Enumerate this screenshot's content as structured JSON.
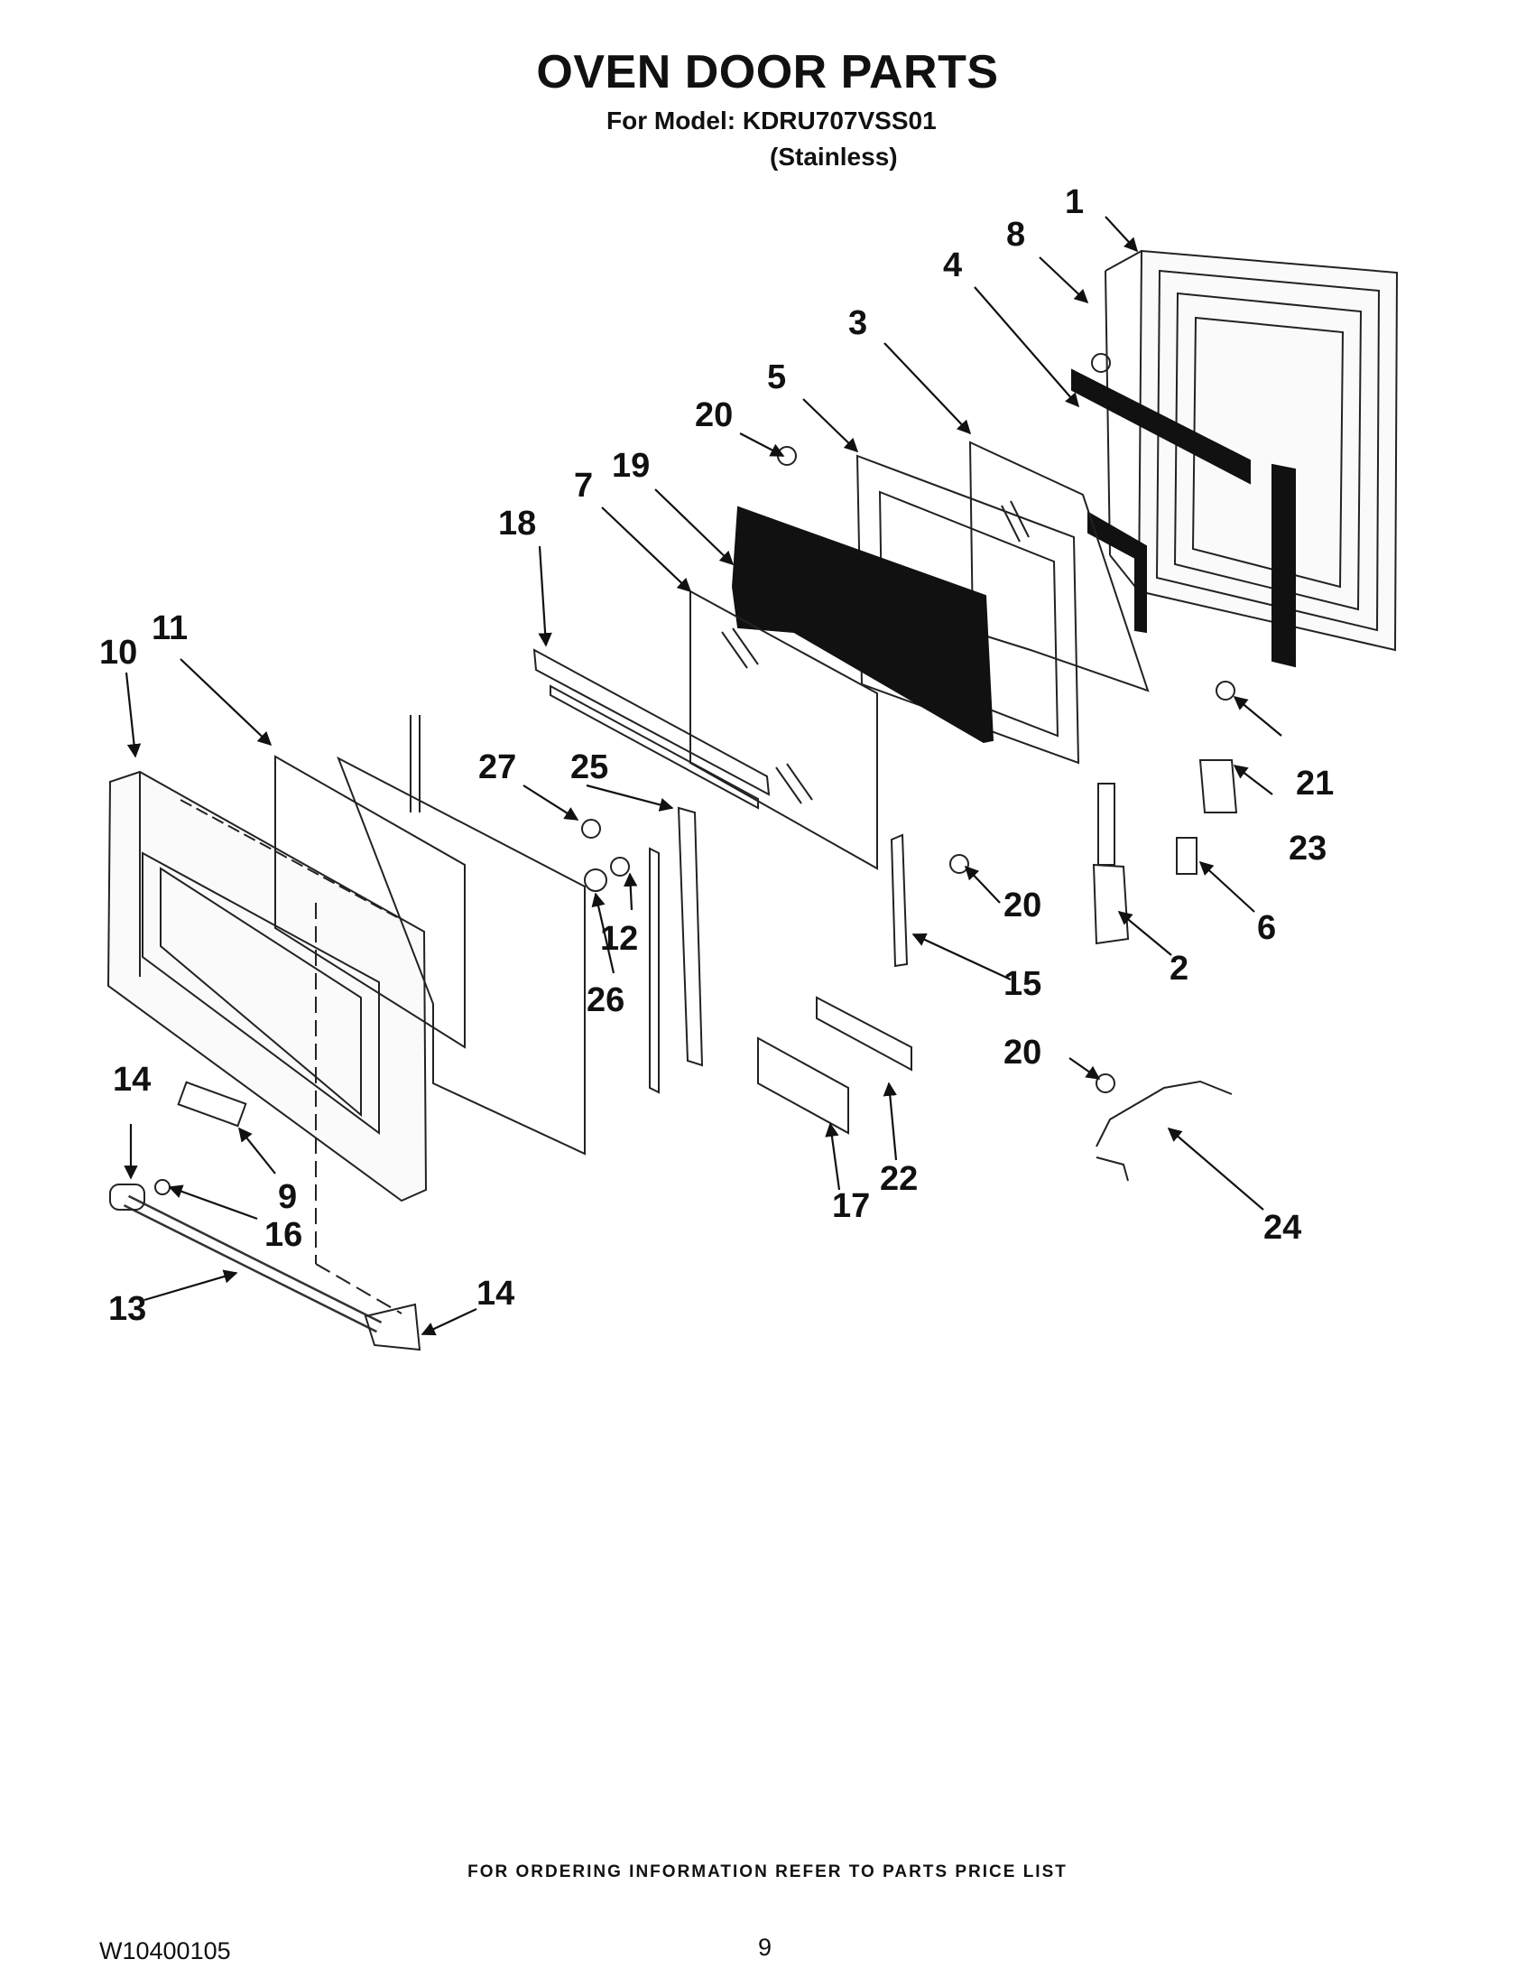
{
  "header": {
    "title": "OVEN DOOR PARTS",
    "model_line": "For Model: KDRU707VSS01",
    "variant": "(Stainless)"
  },
  "callouts": {
    "p1": "1",
    "p2": "2",
    "p3": "3",
    "p4": "4",
    "p5": "5",
    "p6": "6",
    "p7": "7",
    "p8": "8",
    "p9": "9",
    "p10": "10",
    "p11": "11",
    "p12": "12",
    "p13": "13",
    "p14a": "14",
    "p14b": "14",
    "p15": "15",
    "p16": "16",
    "p17": "17",
    "p18": "18",
    "p19": "19",
    "p20a": "20",
    "p20b": "20",
    "p20c": "20",
    "p21": "21",
    "p22": "22",
    "p23": "23",
    "p24": "24",
    "p25": "25",
    "p26": "26",
    "p27": "27"
  },
  "footer": {
    "ordering_note": "FOR ORDERING INFORMATION REFER TO PARTS PRICE LIST",
    "document_number": "W10400105",
    "page_number": "9"
  }
}
